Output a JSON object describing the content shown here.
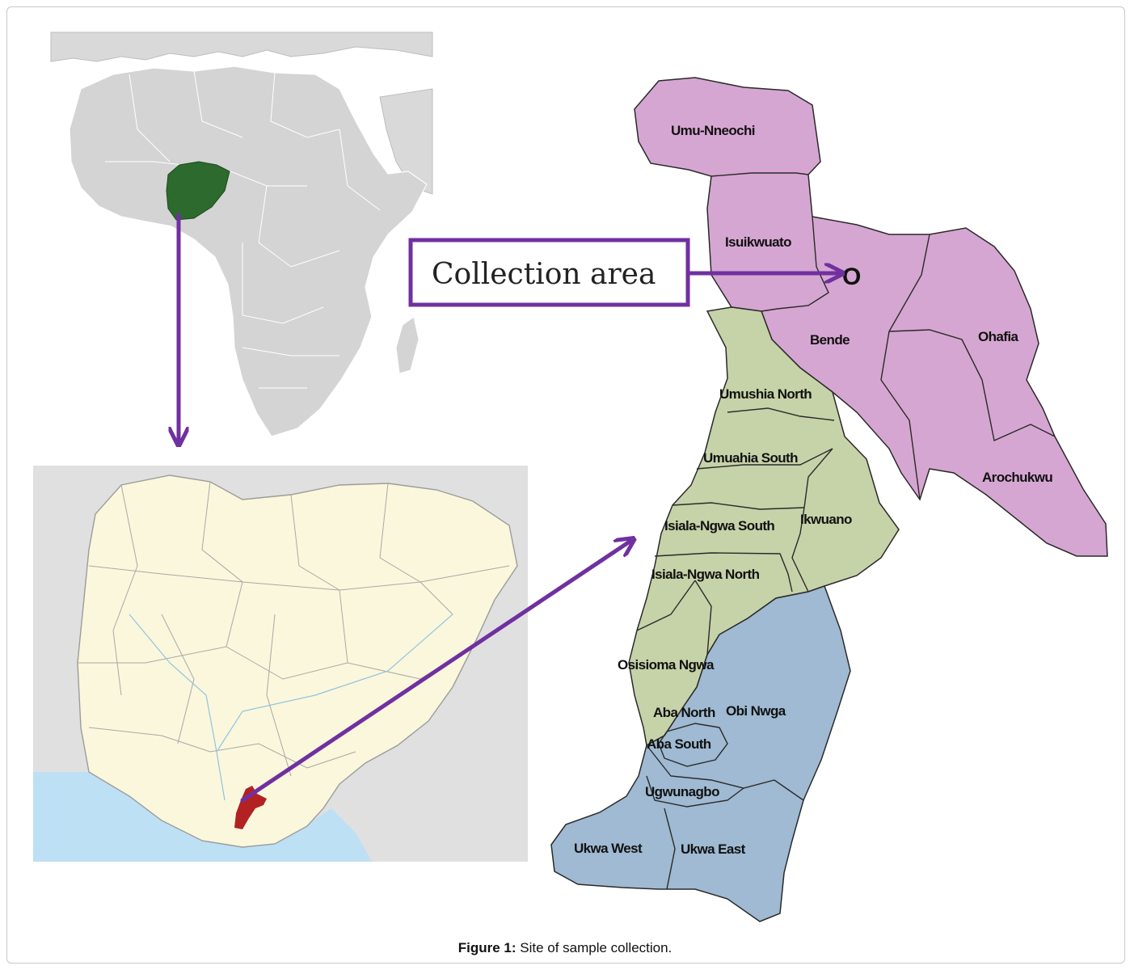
{
  "callout": {
    "label": "Collection area",
    "marker": "O"
  },
  "regions": {
    "umu_nneochi": "Umu-Nneochi",
    "isuikwuato": "Isuikwuato",
    "bende": "Bende",
    "ohafia": "Ohafia",
    "arochukwu": "Arochukwu",
    "umuahia_north": "Umushia North",
    "umuahia_south": "Umuahia South",
    "ikwuano": "Ikwuano",
    "isiala_ngwa_south": "Isiala-Ngwa South",
    "isiala_ngwa_north": "Isiala-Ngwa North",
    "osisioma_ngwa": "Osisioma Ngwa",
    "aba_north": "Aba North",
    "obi_ngwa": "Obi Nwga",
    "aba_south": "Aba South",
    "ugwunagbo": "Ugwunagbo",
    "ukwa_west": "Ukwa West",
    "ukwa_east": "Ukwa East"
  },
  "colors": {
    "north_zone": "#d6a6d2",
    "central_zone": "#c6d2a8",
    "south_zone": "#9fbad2",
    "arrow": "#7030a0",
    "highlight_country": "#2d6a2d",
    "highlight_state": "#b22222",
    "nigeria_land": "#fbf7dc",
    "neighbor_land": "#e0e0e0",
    "sea": "#bde0f5"
  },
  "caption": {
    "figure_label": "Figure 1:",
    "text": " Site of sample collection."
  }
}
